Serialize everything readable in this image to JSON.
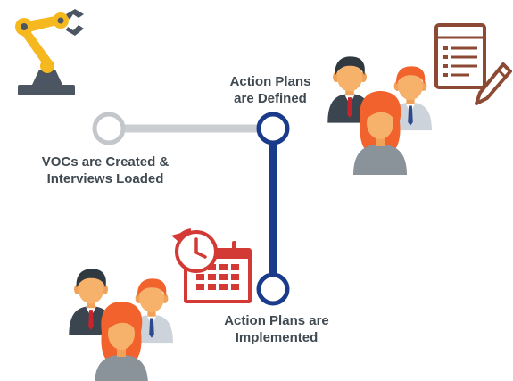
{
  "steps": {
    "vocs": {
      "line1": "VOCs are Created &",
      "line2": "Interviews Loaded"
    },
    "defined": {
      "line1": "Action Plans",
      "line2": "are Defined"
    },
    "implemented": {
      "line1": "Action Plans are",
      "line2": "Implemented"
    }
  },
  "icons": [
    "robot-arm-icon",
    "document-edit-icon",
    "calendar-clock-icon",
    "people-group-icon"
  ],
  "colors": {
    "label_text": "#404a52",
    "gray_node": "#c3c6cb",
    "blue_node": "#1a3a8a",
    "connector_gray": "#cacdd2",
    "accent_red": "#d33a36",
    "accent_yellow": "#f5b81f",
    "dark_gray": "#4c5662",
    "orange_hair": "#f2622c"
  }
}
